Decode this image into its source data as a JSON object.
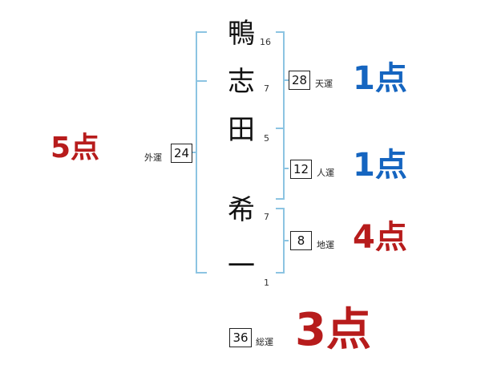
{
  "colors": {
    "bracket": "#8cc4e2",
    "score_blue": "#1565c0",
    "score_red": "#b71c1c"
  },
  "name": {
    "chars": [
      {
        "char": "鴨",
        "strokes": "16"
      },
      {
        "char": "志",
        "strokes": "7"
      },
      {
        "char": "田",
        "strokes": "5"
      },
      {
        "char": "希",
        "strokes": "7"
      },
      {
        "char": "一",
        "strokes": "1"
      }
    ]
  },
  "fortunes": {
    "gaiun": {
      "value": "24",
      "label": "外運",
      "score": "5点",
      "color": "red"
    },
    "tenun": {
      "value": "28",
      "label": "天運",
      "score": "1点",
      "color": "blue"
    },
    "jinun": {
      "value": "12",
      "label": "人運",
      "score": "1点",
      "color": "blue"
    },
    "chiun": {
      "value": "8",
      "label": "地運",
      "score": "4点",
      "color": "red"
    },
    "souun": {
      "value": "36",
      "label": "総運",
      "score": "3点",
      "color": "red"
    }
  }
}
